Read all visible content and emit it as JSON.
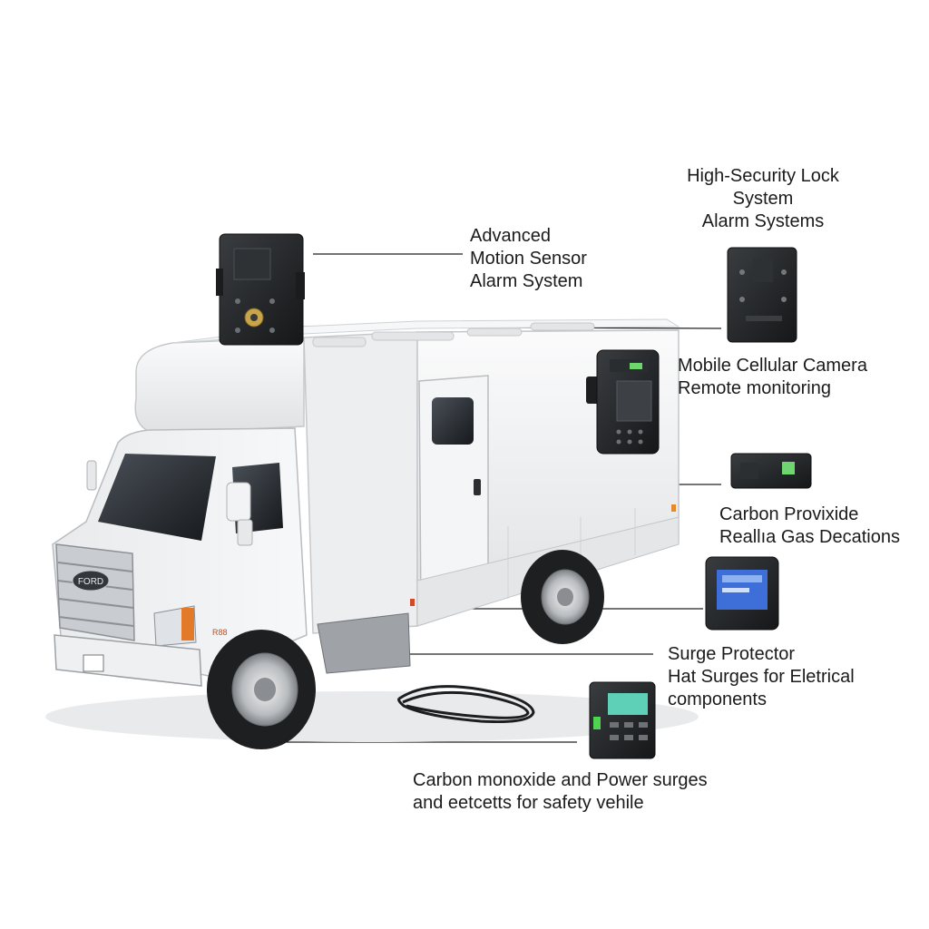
{
  "callouts": {
    "motion": {
      "lines": [
        "Advanced",
        "Motion Sensor",
        "Alarm System"
      ]
    },
    "lock": {
      "lines": [
        "High-Security Lock",
        "System",
        "Alarm Systems"
      ]
    },
    "camera": {
      "lines": [
        "Mobile Cellular Camera",
        "Remote monitoring"
      ]
    },
    "gas": {
      "lines": [
        "Carbon Provixide",
        "Reallıa Gas Decations"
      ]
    },
    "surge": {
      "lines": [
        "Surge Protector",
        "Hat Surges for Eletrical",
        "components"
      ]
    },
    "bottom": {
      "lines": [
        "Carbon monoxide and Power surges",
        "and eetcetts for safety vehile"
      ]
    }
  },
  "vehicle": {
    "badge_text": "FORD",
    "side_marker_text": "R88"
  },
  "colors": {
    "truck_body": "#f2f3f4",
    "device_dark": "#232527",
    "screen_green": "#6fd66f",
    "screen_blue": "#3e6fd8",
    "leader_line": "#222222"
  }
}
